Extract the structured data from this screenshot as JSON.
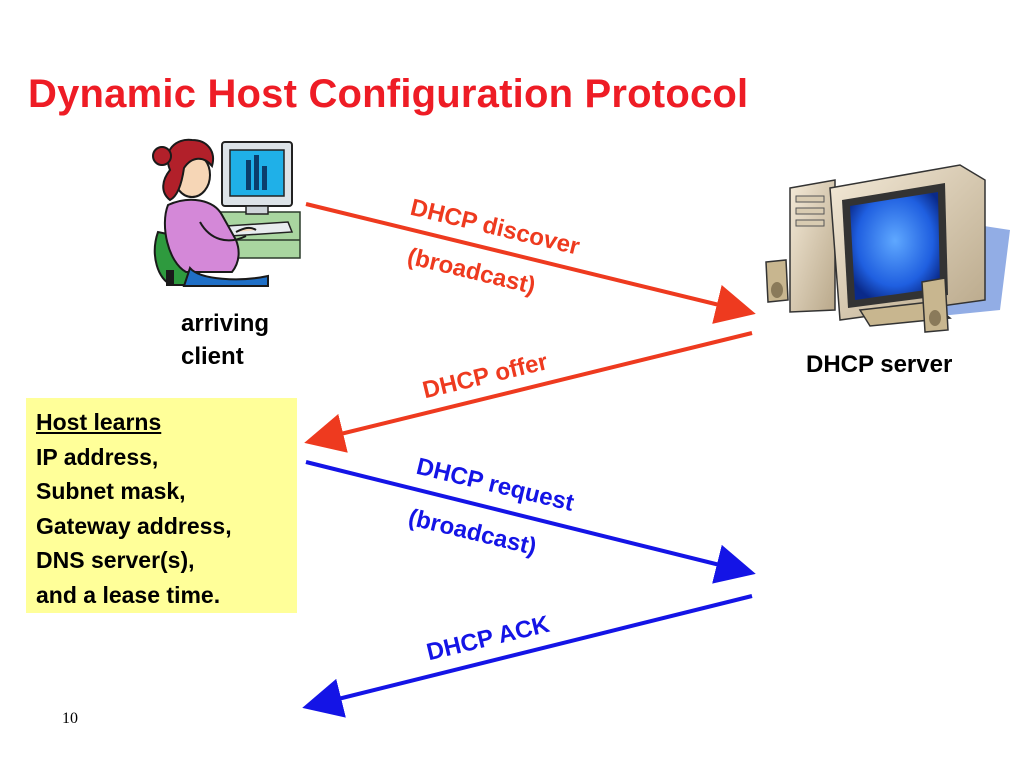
{
  "title": "Dynamic Host Configuration Protocol",
  "client": {
    "label_line1": "arriving",
    "label_line2": "client",
    "icon": "person-at-computer-icon"
  },
  "server": {
    "label": "DHCP server",
    "icon": "desktop-computer-icon"
  },
  "info_box": {
    "heading": "Host learns",
    "lines": [
      "IP address,",
      "Subnet mask,",
      "Gateway address,",
      "DNS server(s),",
      "and a lease time."
    ],
    "background": "#ffff99"
  },
  "messages": [
    {
      "label": "DHCP discover",
      "note": "(broadcast)",
      "direction": "client-to-server",
      "color": "#ee3a1f"
    },
    {
      "label": "DHCP offer",
      "note": "",
      "direction": "server-to-client",
      "color": "#ee3a1f"
    },
    {
      "label": "DHCP request",
      "note": "(broadcast)",
      "direction": "client-to-server",
      "color": "#1414e6"
    },
    {
      "label": "DHCP ACK",
      "note": "",
      "direction": "server-to-client",
      "color": "#1414e6"
    }
  ],
  "page_number": "10",
  "colors": {
    "title": "#ee1c25",
    "red_arrows": "#ee3a1f",
    "blue_arrows": "#1414e6"
  }
}
